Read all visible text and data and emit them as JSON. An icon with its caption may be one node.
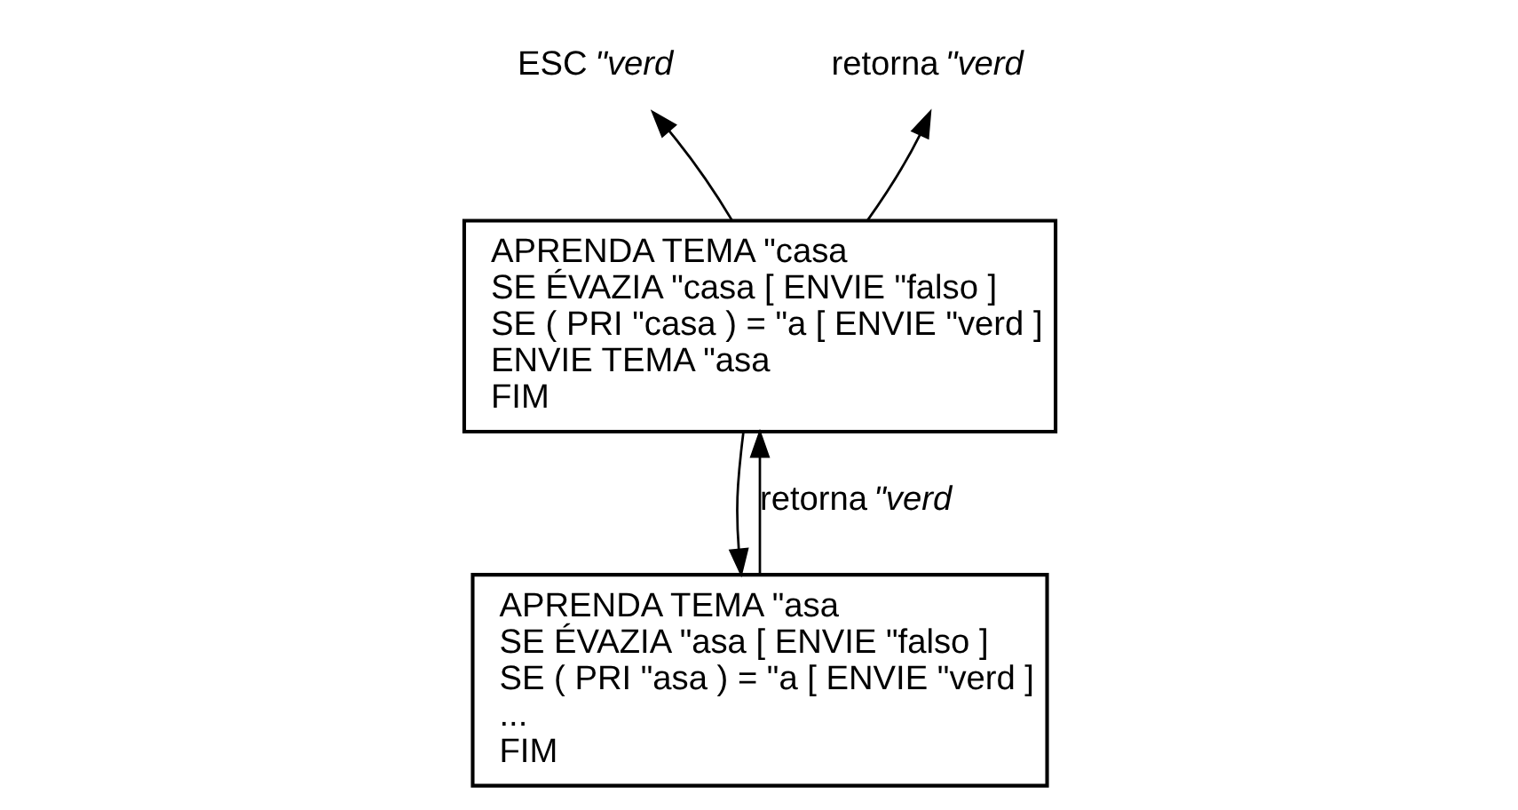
{
  "diagram": {
    "nodes": [
      {
        "text": [
          "ESC *\"verd*"
        ]
      },
      {
        "text": [
          "retorna *\"verd*"
        ]
      },
      {
        "text": [
          "APRENDA TEMA \"casa",
          "SE ÉVAZIA \"casa [ ENVIE \"falso ]",
          "SE ( PRI \"casa ) = \"a [ ENVIE \"verd ]",
          "ENVIE TEMA \"asa",
          "FIM"
        ]
      },
      {
        "text": [
          "APRENDA TEMA \"asa",
          "SE ÉVAZIA \"asa [ ENVIE \"falso ]",
          "SE ( PRI \"asa ) = \"a [ ENVIE \"verd ]",
          "...",
          "FIM"
        ]
      }
    ],
    "edges": [
      {
        "from": 2,
        "to": 0,
        "arrow": "to"
      },
      {
        "from": 2,
        "to": 1,
        "arrow": "to"
      },
      {
        "from": 2,
        "to": 3,
        "arrow": "to"
      },
      {
        "from": 3,
        "to": 2,
        "arrow": "to",
        "label": "retorna *\"verd*"
      }
    ]
  }
}
